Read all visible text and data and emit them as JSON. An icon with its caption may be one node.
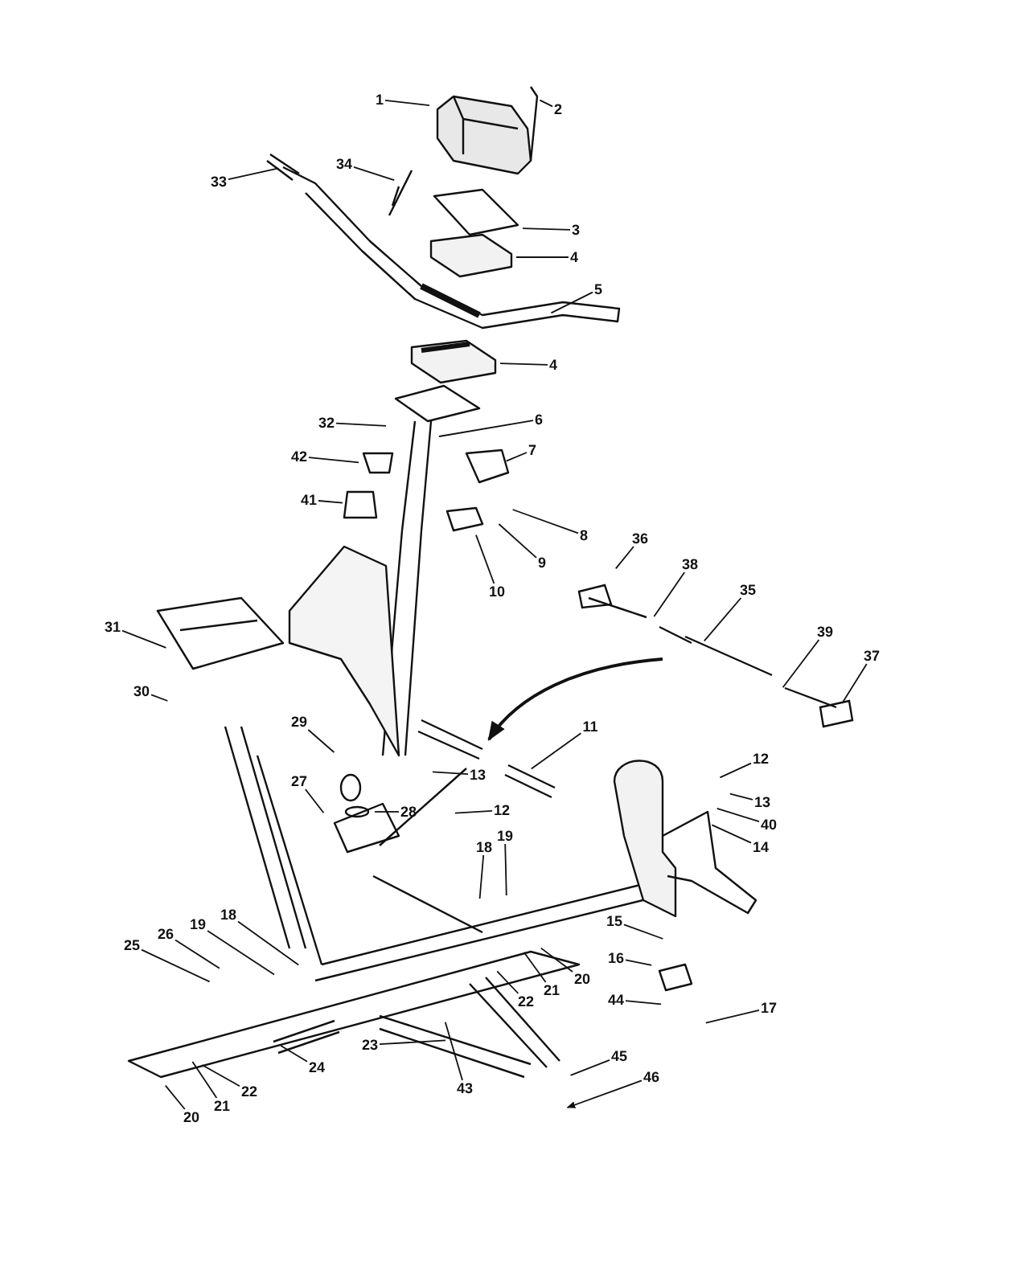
{
  "diagram": {
    "nodes": [
      {
        "text": [
          "1"
        ]
      },
      {
        "text": [
          "2"
        ]
      },
      {
        "text": [
          "33"
        ]
      },
      {
        "text": [
          "34"
        ]
      },
      {
        "text": [
          "3"
        ]
      },
      {
        "text": [
          "4"
        ]
      },
      {
        "text": [
          "5"
        ]
      },
      {
        "text": [
          "4"
        ]
      },
      {
        "text": [
          "32"
        ]
      },
      {
        "text": [
          "6"
        ]
      },
      {
        "text": [
          "7"
        ]
      },
      {
        "text": [
          "42"
        ]
      },
      {
        "text": [
          "41"
        ]
      },
      {
        "text": [
          "8"
        ]
      },
      {
        "text": [
          "36"
        ]
      },
      {
        "text": [
          "9"
        ]
      },
      {
        "text": [
          "38"
        ]
      },
      {
        "text": [
          "35"
        ]
      },
      {
        "text": [
          "10"
        ]
      },
      {
        "text": [
          "31"
        ]
      },
      {
        "text": [
          "39"
        ]
      },
      {
        "text": [
          "37"
        ]
      },
      {
        "text": [
          "30"
        ]
      },
      {
        "text": [
          "29"
        ]
      },
      {
        "text": [
          "11"
        ]
      },
      {
        "text": [
          "12"
        ]
      },
      {
        "text": [
          "13"
        ]
      },
      {
        "text": [
          "27"
        ]
      },
      {
        "text": [
          "13"
        ]
      },
      {
        "text": [
          "12"
        ]
      },
      {
        "text": [
          "28"
        ]
      },
      {
        "text": [
          "40"
        ]
      },
      {
        "text": [
          "14"
        ]
      },
      {
        "text": [
          "19"
        ]
      },
      {
        "text": [
          "18"
        ]
      },
      {
        "text": [
          "18"
        ]
      },
      {
        "text": [
          "15"
        ]
      },
      {
        "text": [
          "19"
        ]
      },
      {
        "text": [
          "26"
        ]
      },
      {
        "text": [
          "25"
        ]
      },
      {
        "text": [
          "16"
        ]
      },
      {
        "text": [
          "20"
        ]
      },
      {
        "text": [
          "21"
        ]
      },
      {
        "text": [
          "44"
        ]
      },
      {
        "text": [
          "22"
        ]
      },
      {
        "text": [
          "17"
        ]
      },
      {
        "text": [
          "23"
        ]
      },
      {
        "text": [
          "45"
        ]
      },
      {
        "text": [
          "24"
        ]
      },
      {
        "text": [
          "46"
        ]
      },
      {
        "text": [
          "43"
        ]
      },
      {
        "text": [
          "22"
        ]
      },
      {
        "text": [
          "21"
        ]
      },
      {
        "text": [
          "20"
        ]
      }
    ],
    "edges": [
      {
        "from": 0,
        "to": null,
        "arrow": "none"
      },
      {
        "from": 1,
        "to": null,
        "arrow": "none"
      },
      {
        "from": 2,
        "to": null,
        "arrow": "none"
      },
      {
        "from": 3,
        "to": null,
        "arrow": "none"
      },
      {
        "from": 4,
        "to": null,
        "arrow": "none"
      },
      {
        "from": 5,
        "to": null,
        "arrow": "none"
      },
      {
        "from": 6,
        "to": null,
        "arrow": "none"
      },
      {
        "from": 7,
        "to": null,
        "arrow": "none"
      },
      {
        "from": 8,
        "to": null,
        "arrow": "none"
      },
      {
        "from": 9,
        "to": null,
        "arrow": "none"
      },
      {
        "from": 10,
        "to": null,
        "arrow": "none"
      },
      {
        "from": 11,
        "to": null,
        "arrow": "none"
      },
      {
        "from": 12,
        "to": null,
        "arrow": "none"
      },
      {
        "from": 13,
        "to": null,
        "arrow": "none"
      },
      {
        "from": 14,
        "to": null,
        "arrow": "none"
      },
      {
        "from": 15,
        "to": null,
        "arrow": "none"
      },
      {
        "from": 16,
        "to": null,
        "arrow": "none"
      },
      {
        "from": 17,
        "to": null,
        "arrow": "none"
      },
      {
        "from": 18,
        "to": null,
        "arrow": "none"
      },
      {
        "from": 19,
        "to": null,
        "arrow": "none"
      },
      {
        "from": 20,
        "to": null,
        "arrow": "none"
      },
      {
        "from": 21,
        "to": null,
        "arrow": "none"
      },
      {
        "from": 22,
        "to": null,
        "arrow": "none"
      },
      {
        "from": 23,
        "to": null,
        "arrow": "none"
      },
      {
        "from": 24,
        "to": null,
        "arrow": "none"
      },
      {
        "from": 25,
        "to": null,
        "arrow": "none"
      },
      {
        "from": 26,
        "to": null,
        "arrow": "none"
      },
      {
        "from": 27,
        "to": null,
        "arrow": "none"
      },
      {
        "from": 28,
        "to": null,
        "arrow": "none"
      },
      {
        "from": 29,
        "to": null,
        "arrow": "none"
      },
      {
        "from": 30,
        "to": null,
        "arrow": "none"
      },
      {
        "from": 31,
        "to": null,
        "arrow": "none"
      },
      {
        "from": 32,
        "to": null,
        "arrow": "none"
      },
      {
        "from": 33,
        "to": null,
        "arrow": "none"
      },
      {
        "from": 34,
        "to": null,
        "arrow": "none"
      },
      {
        "from": 35,
        "to": null,
        "arrow": "none"
      },
      {
        "from": 36,
        "to": null,
        "arrow": "none"
      },
      {
        "from": 37,
        "to": null,
        "arrow": "none"
      },
      {
        "from": 38,
        "to": null,
        "arrow": "none"
      },
      {
        "from": 39,
        "to": null,
        "arrow": "none"
      },
      {
        "from": 40,
        "to": null,
        "arrow": "none"
      },
      {
        "from": 41,
        "to": null,
        "arrow": "none"
      },
      {
        "from": 42,
        "to": null,
        "arrow": "none"
      },
      {
        "from": 43,
        "to": null,
        "arrow": "none"
      },
      {
        "from": 44,
        "to": null,
        "arrow": "none"
      },
      {
        "from": 45,
        "to": null,
        "arrow": "none"
      },
      {
        "from": 46,
        "to": null,
        "arrow": "none"
      },
      {
        "from": 47,
        "to": null,
        "arrow": "none"
      },
      {
        "from": 48,
        "to": null,
        "arrow": "none"
      },
      {
        "from": 49,
        "to": null,
        "arrow": "to"
      },
      {
        "from": 50,
        "to": null,
        "arrow": "none"
      },
      {
        "from": 51,
        "to": null,
        "arrow": "none"
      },
      {
        "from": 52,
        "to": null,
        "arrow": "none"
      },
      {
        "from": 53,
        "to": null,
        "arrow": "none"
      }
    ]
  }
}
